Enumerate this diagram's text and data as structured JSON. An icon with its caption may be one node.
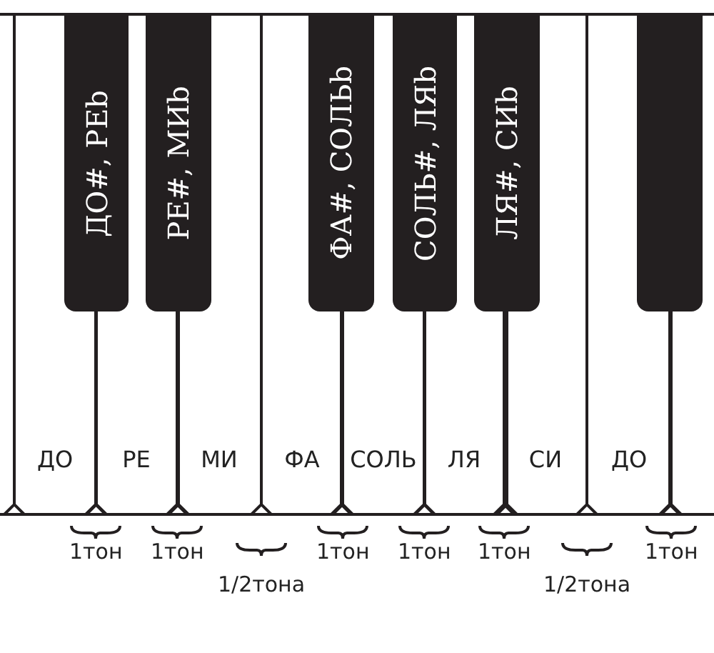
{
  "diagram": {
    "nodes": [
      {
        "text": [
          "ДО"
        ]
      },
      {
        "text": [
          "РЕ"
        ]
      },
      {
        "text": [
          "МИ"
        ]
      },
      {
        "text": [
          "ФА"
        ]
      },
      {
        "text": [
          "СОЛЬ"
        ]
      },
      {
        "text": [
          "ЛЯ"
        ]
      },
      {
        "text": [
          "СИ"
        ]
      },
      {
        "text": [
          "ДО"
        ]
      },
      {
        "text": [
          "ДО#, РЕb"
        ]
      },
      {
        "text": [
          "РЕ#, МИb"
        ]
      },
      {
        "text": [
          "ФА#, СОЛЬb"
        ]
      },
      {
        "text": [
          "СОЛЬ#, ЛЯb"
        ]
      },
      {
        "text": [
          "ЛЯ#, СИb"
        ]
      },
      {
        "text": [],
        "shape": "bar"
      }
    ],
    "edges": [],
    "labels": [
      "1тон",
      "1тон",
      "1тон",
      "1тон",
      "1тон",
      "1тон",
      "1/2тона",
      "1/2тона"
    ]
  }
}
